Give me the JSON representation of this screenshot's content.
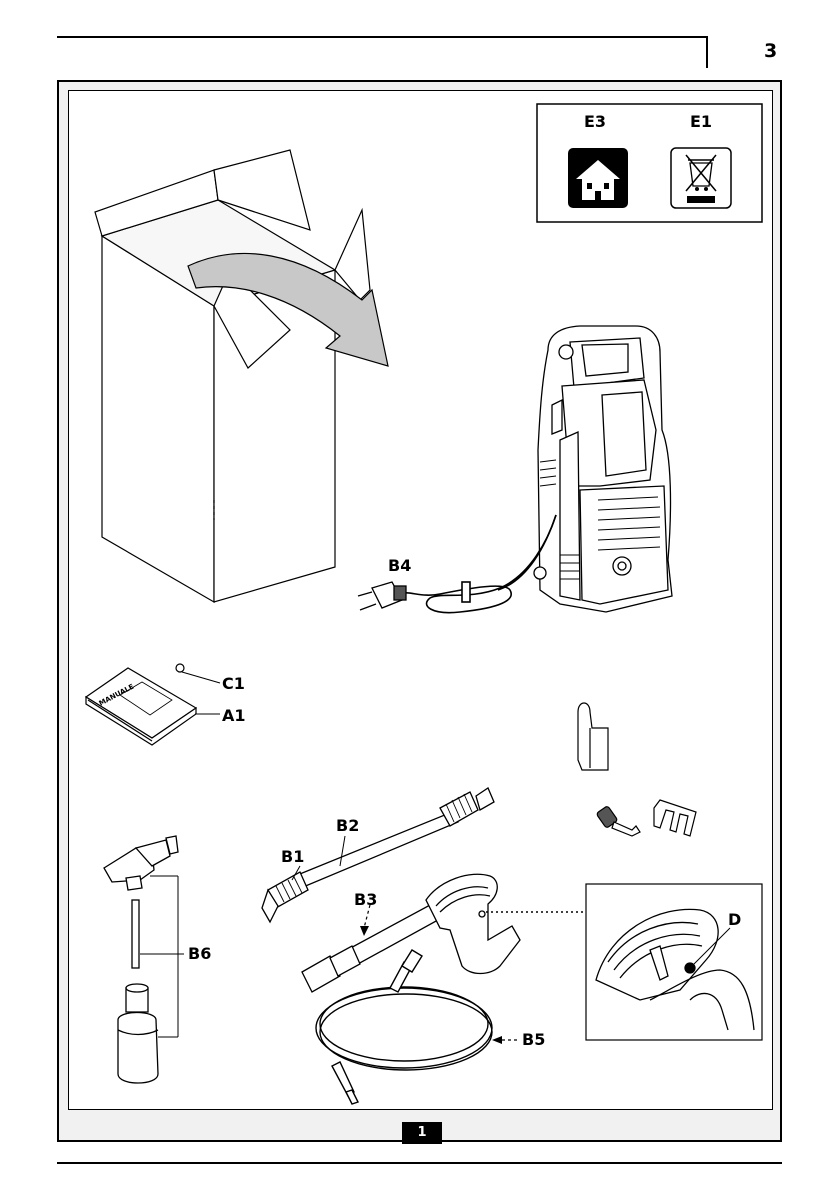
{
  "page": {
    "number": "3",
    "figure_number": "1"
  },
  "labels": {
    "e3": "E3",
    "e1": "E1",
    "b4": "B4",
    "c1": "C1",
    "a1": "A1",
    "b2": "B2",
    "b1": "B1",
    "b3": "B3",
    "b6": "B6",
    "b5": "B5",
    "d": "D"
  },
  "manual_cover_text": "MANUALE",
  "icons": [
    "house-icon",
    "crossed-bin-icon"
  ]
}
